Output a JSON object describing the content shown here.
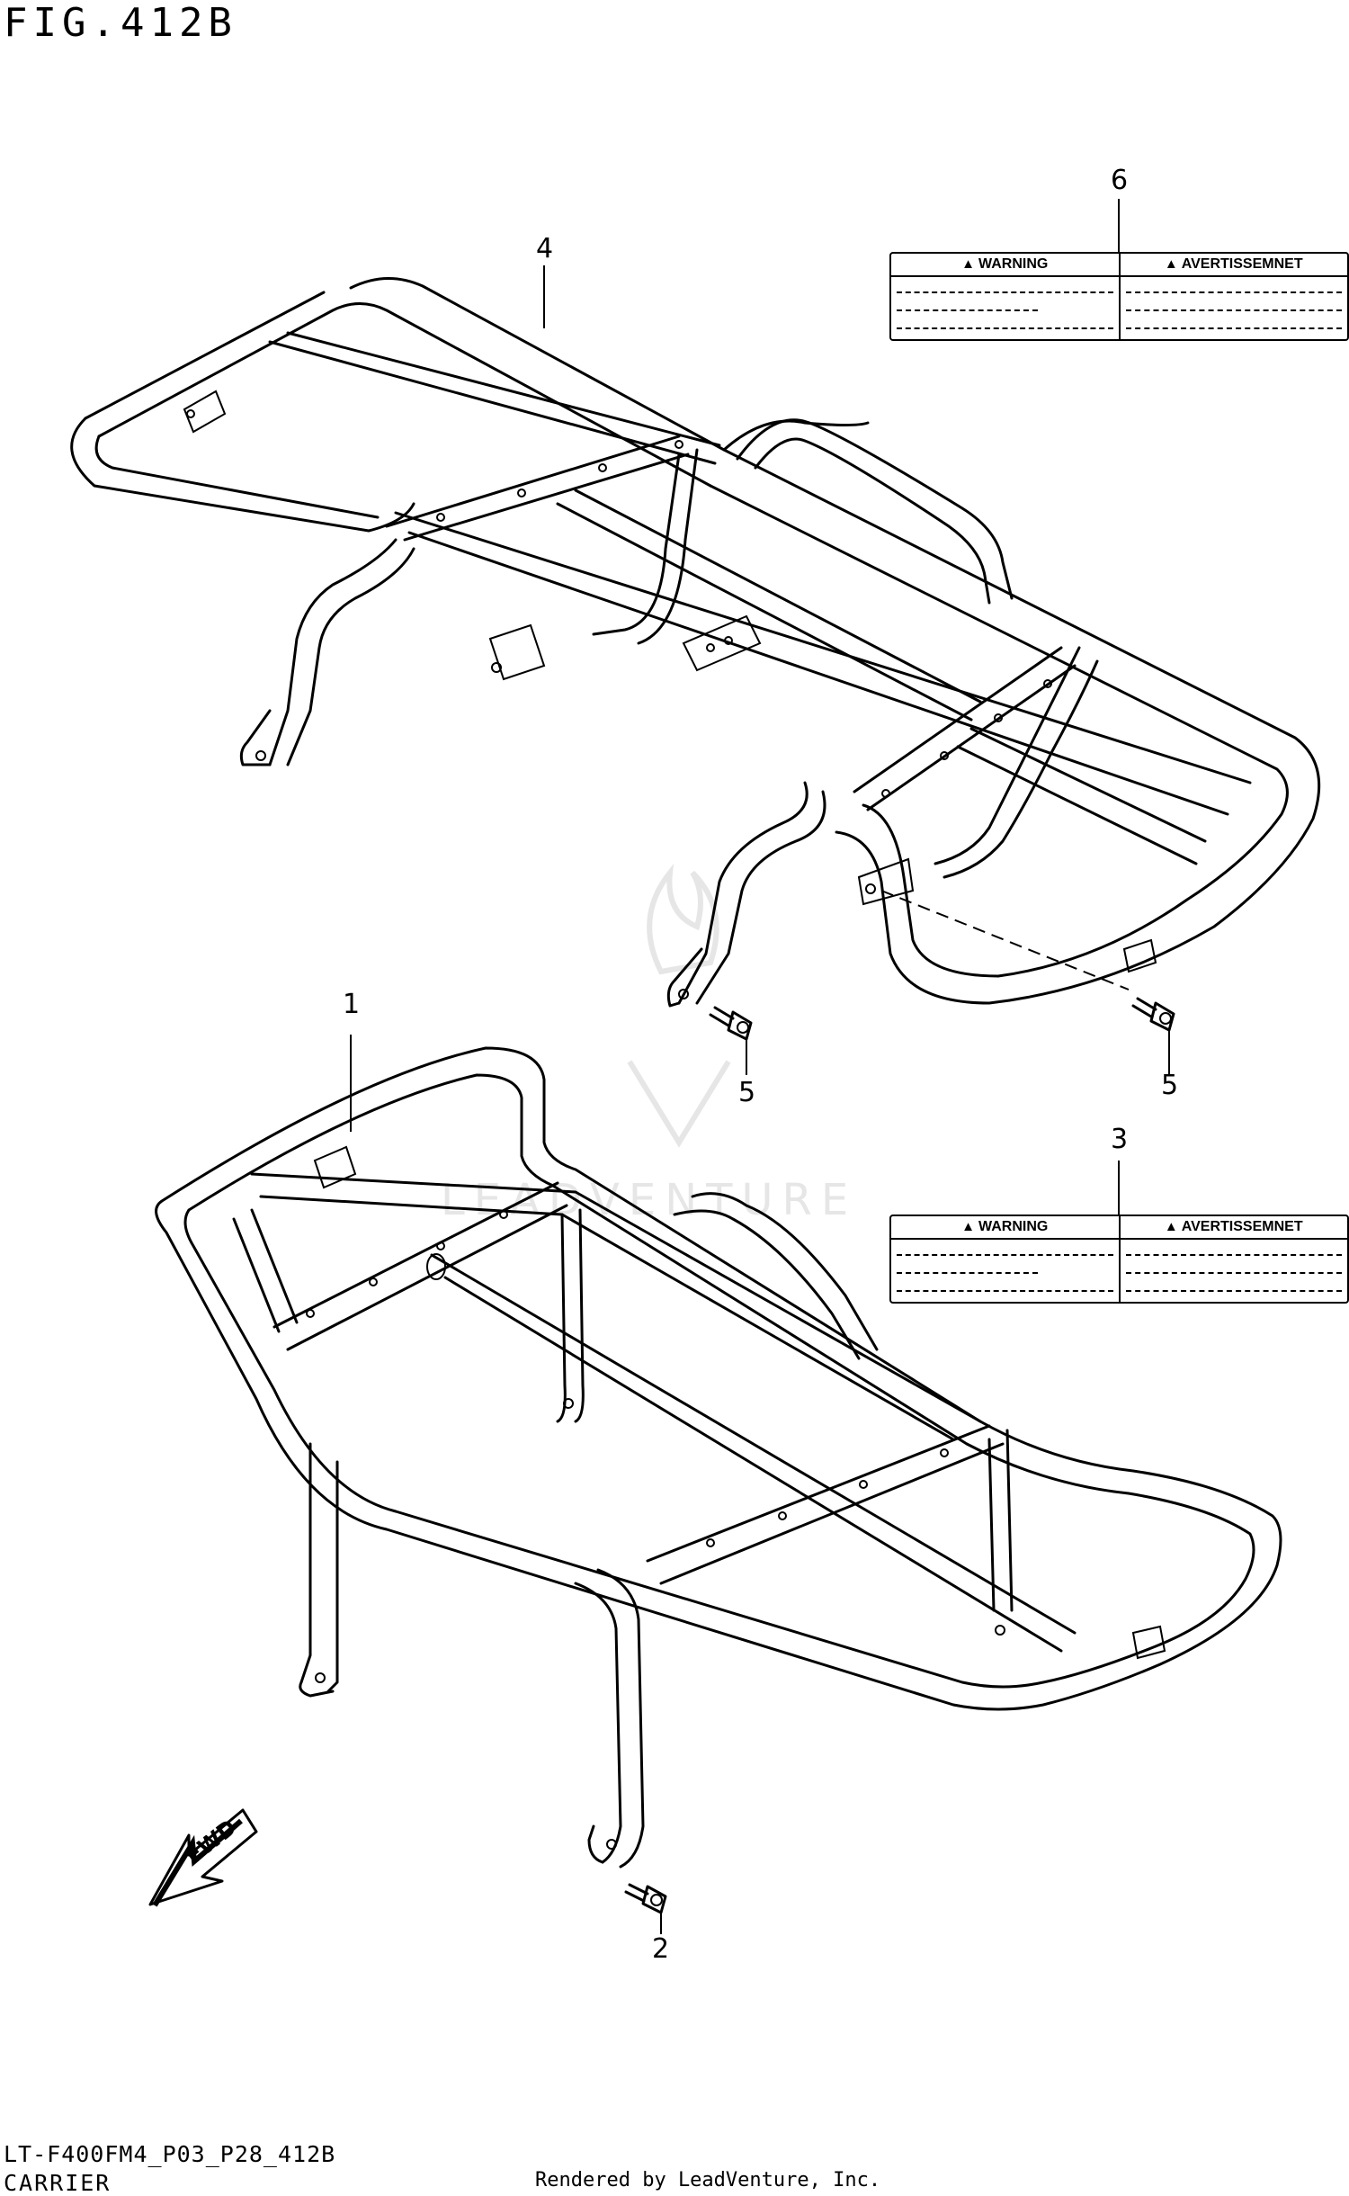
{
  "figure": {
    "title": "FIG.412B"
  },
  "callouts": {
    "c1": "1",
    "c2": "2",
    "c3": "3",
    "c4": "4",
    "c5a": "5",
    "c5b": "5",
    "c6": "6"
  },
  "labels": {
    "top": {
      "left_heading": "WARNING",
      "right_heading": "AVERTISSEMNET",
      "icon": "warning-triangle-icon"
    },
    "bottom": {
      "left_heading": "WARNING",
      "right_heading": "AVERTISSEMNET",
      "icon": "warning-triangle-icon"
    }
  },
  "arrow": {
    "text": "FWD",
    "icon": "forward-arrow-icon"
  },
  "watermark": {
    "text": "LEADVENTURE"
  },
  "footer": {
    "model_code": "LT-F400FM4_P03_P28_412B",
    "section_name": "CARRIER",
    "rendered_by": "Rendered by LeadVenture, Inc."
  }
}
